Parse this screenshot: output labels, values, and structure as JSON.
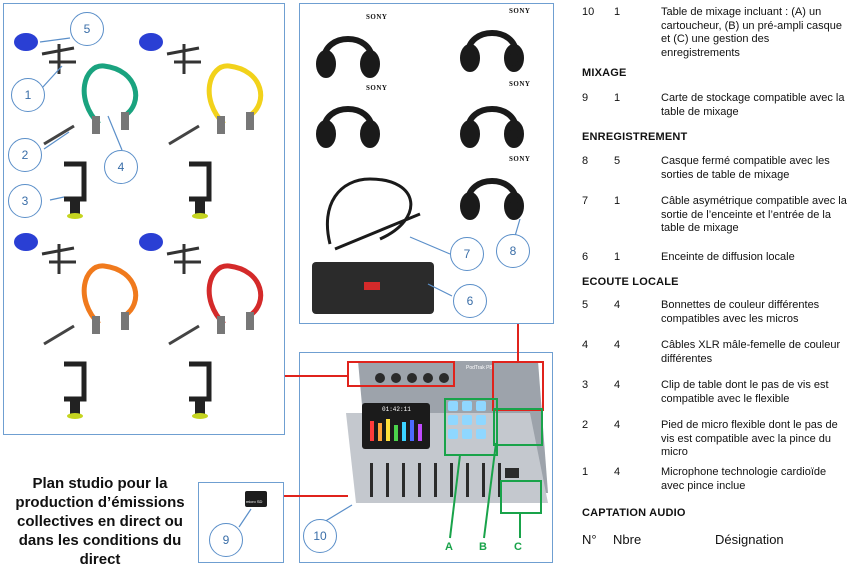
{
  "badges": {
    "b1": "1",
    "b2": "2",
    "b3": "3",
    "b4": "4",
    "b5": "5",
    "b6": "6",
    "b7": "7",
    "b8": "8",
    "b9": "9",
    "b10": "10"
  },
  "headphone_brand": "SONY",
  "mixer": {
    "display_time": "01:42:11",
    "model_label": "PodTrak P8"
  },
  "storage_card_label": "micro SD",
  "connection_labels": [
    "A",
    "B",
    "C"
  ],
  "plan_title": "Plan studio pour la production d’émissions collectives en direct ou dans les conditions du direct",
  "colors": {
    "panel_border": "#6f9fd1",
    "badge_border": "#5b8fc9",
    "link_red": "#e0231c",
    "link_green": "#19a34a",
    "cable_green": "#1aa37f",
    "cable_yellow": "#f2d21b",
    "cable_orange": "#f07a1d",
    "cable_red": "#d42a2a",
    "foam_blue": "#2a3fd4"
  },
  "table": {
    "headers": {
      "num": "N°",
      "qty": "Nbre",
      "designation": "Désignation"
    },
    "sections": {
      "captation": "CAPTATION AUDIO",
      "ecoute": "ECOUTE LOCALE",
      "enregistrement": "ENREGISTREMENT",
      "mixage": "MIXAGE"
    },
    "rows": [
      {
        "num": "10",
        "qty": "1",
        "designation": "Table de mixage incluant : (A) un cartoucheur, (B) un pré-ampli casque et (C) une gestion des enregistrements"
      },
      {
        "num": "9",
        "qty": "1",
        "designation": "Carte de stockage compatible avec la table de mixage"
      },
      {
        "num": "8",
        "qty": "5",
        "designation": "Casque fermé compatible avec les sorties de  table de mixage"
      },
      {
        "num": "7",
        "qty": "1",
        "designation": "Câble asymétrique compatible avec la sortie de l’enceinte et l’entrée de la table de mixage"
      },
      {
        "num": "6",
        "qty": "1",
        "designation": "Enceinte de diffusion locale"
      },
      {
        "num": "5",
        "qty": "4",
        "designation": "Bonnettes de couleur différentes compatibles avec les micros"
      },
      {
        "num": "4",
        "qty": "4",
        "designation": "Câbles XLR mâle-femelle de couleur différentes"
      },
      {
        "num": "3",
        "qty": "4",
        "designation": "Clip de table dont le pas de vis est compatible avec le flexible"
      },
      {
        "num": "2",
        "qty": "4",
        "designation": "Pied de micro flexible dont le pas de vis est compatible avec la pince du micro"
      },
      {
        "num": "1",
        "qty": "4",
        "designation": "Microphone technologie cardioïde avec pince inclue"
      }
    ]
  }
}
